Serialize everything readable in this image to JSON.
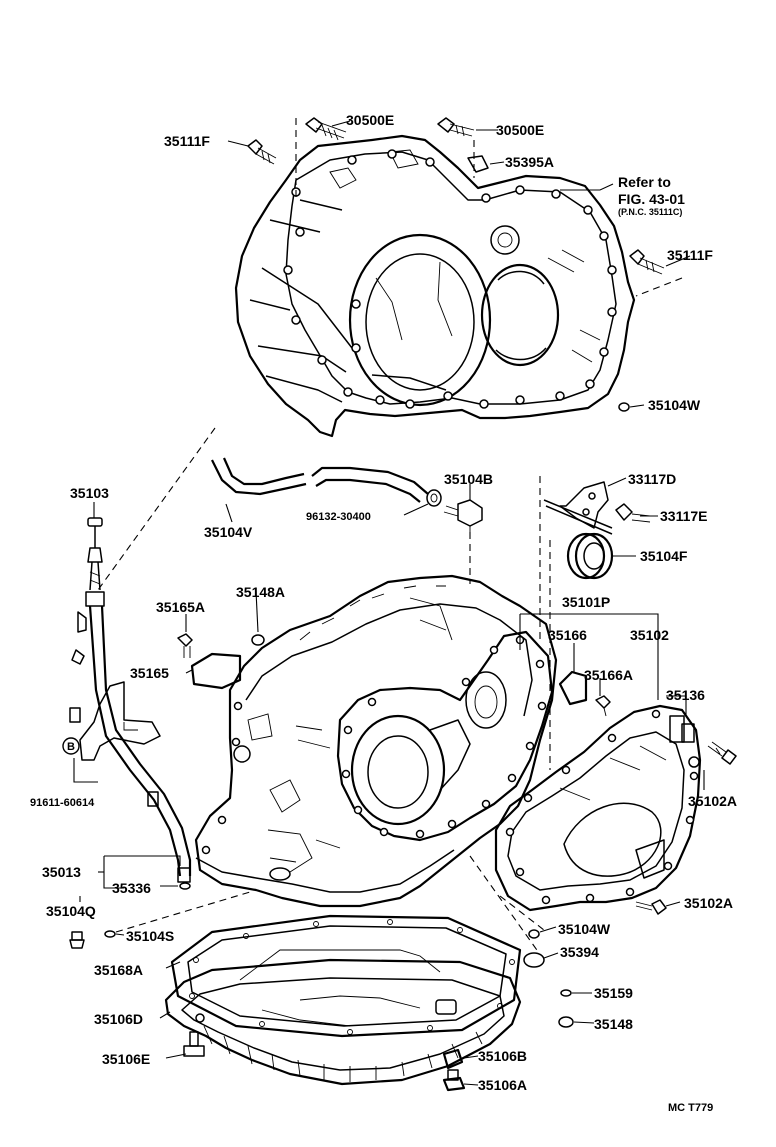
{
  "diagram": {
    "part_labels": {
      "p30500E_a": "30500E",
      "p30500E_b": "30500E",
      "p35111F_a": "35111F",
      "p35395A": "35395A",
      "refer_line1": "Refer to",
      "refer_line2": "FIG. 43-01",
      "refer_line3": "(P.N.C. 35111C)",
      "p35111F_b": "35111F",
      "p35104W_a": "35104W",
      "p35103": "35103",
      "p35104V": "35104V",
      "p96132": "96132-30400",
      "p35104B": "35104B",
      "p33117D": "33117D",
      "p33117E": "33117E",
      "p35104F": "35104F",
      "p35148A": "35148A",
      "p35165A": "35165A",
      "p35165": "35165",
      "p35101P": "35101P",
      "p35166": "35166",
      "p35102": "35102",
      "p35166A": "35166A",
      "p35136": "35136",
      "circle_b": "B",
      "p91611": "91611-60614",
      "p35102A_a": "35102A",
      "p35013": "35013",
      "p35336": "35336",
      "p35102A_b": "35102A",
      "p35104Q": "35104Q",
      "p35104S": "35104S",
      "p35104W_b": "35104W",
      "p35394": "35394",
      "p35168A": "35168A",
      "p35159": "35159",
      "p35106D": "35106D",
      "p35148": "35148",
      "p35106E": "35106E",
      "p35106B": "35106B",
      "p35106A": "35106A"
    },
    "diagram_code": "MC  T779"
  }
}
